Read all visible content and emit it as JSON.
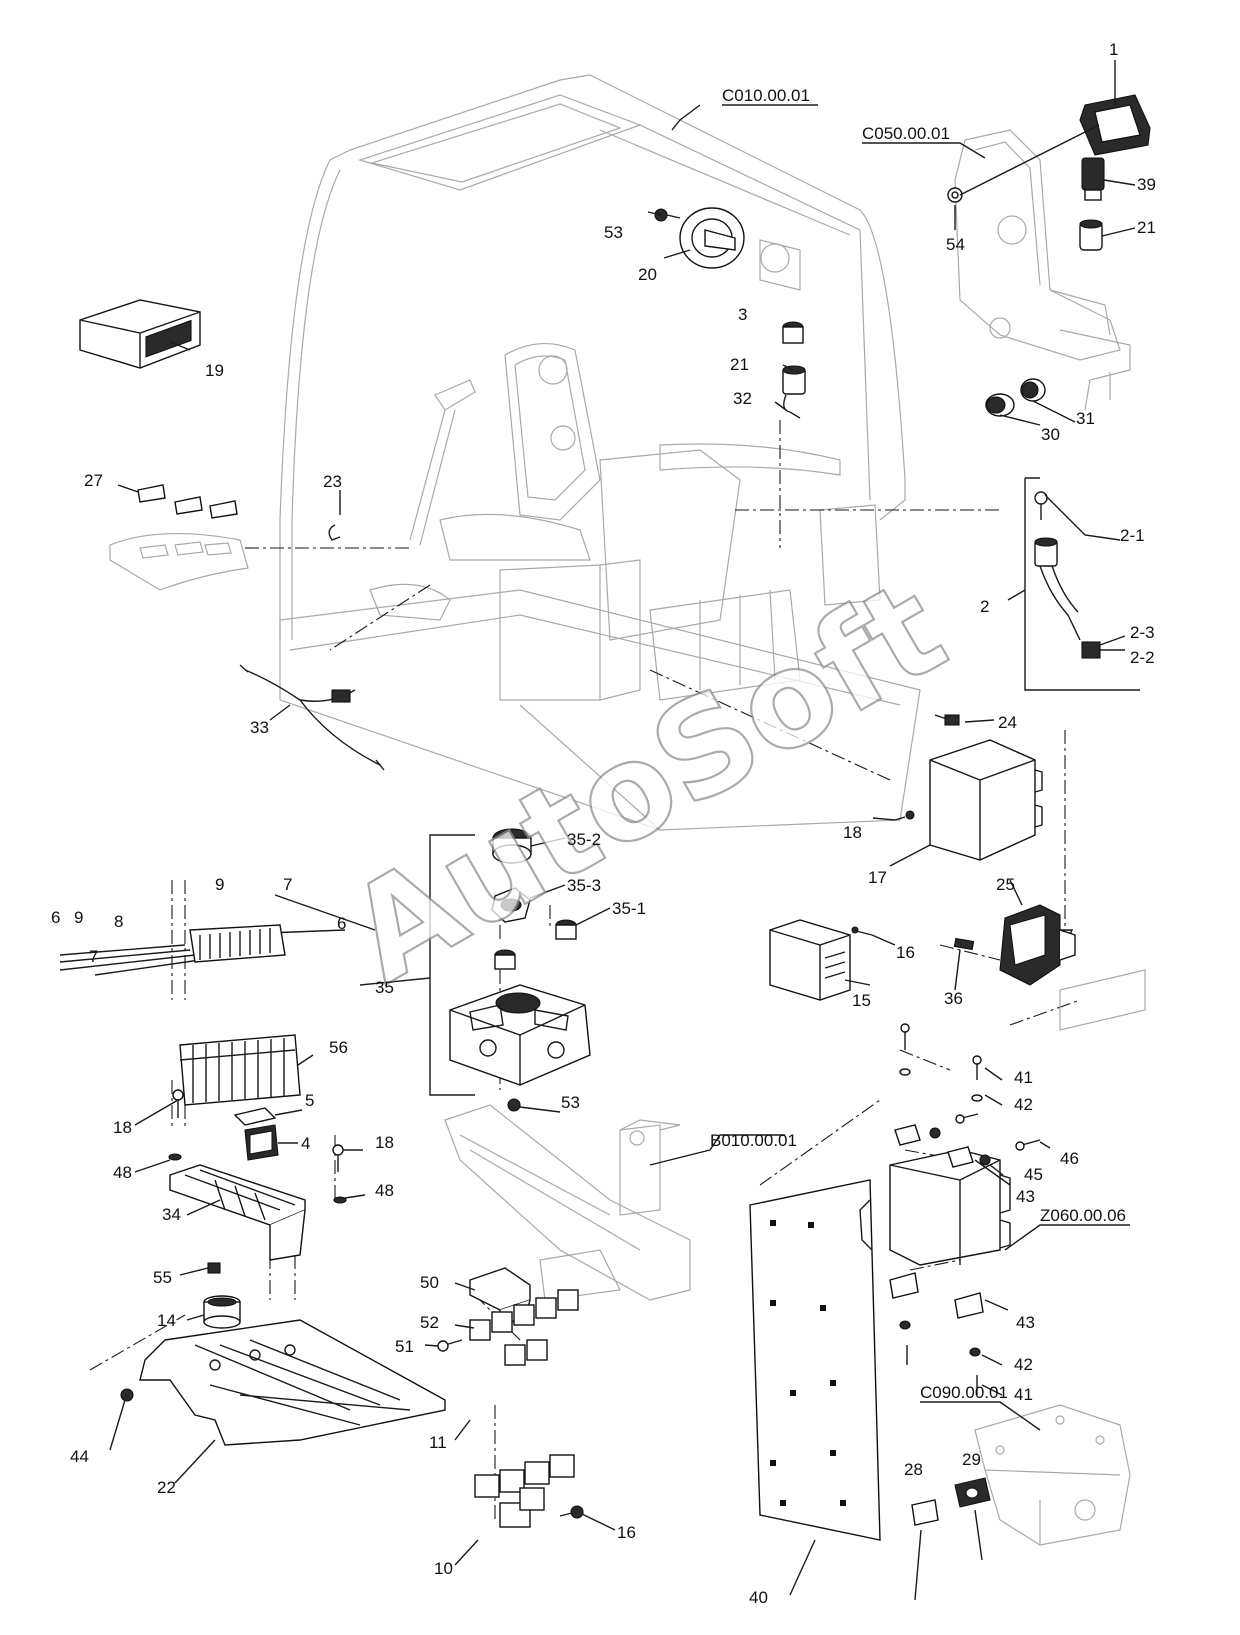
{
  "watermark": "AutoSoft",
  "references": {
    "cab": "C010.00.01",
    "console": "C050.00.01",
    "frame": "B010.00.01",
    "controller": "Z060.00.06",
    "box": "C090.00.01"
  },
  "callouts": {
    "c1": "1",
    "c2": "2",
    "c2_1": "2-1",
    "c2_2": "2-2",
    "c2_3": "2-3",
    "c3": "3",
    "c4": "4",
    "c5": "5",
    "c6a": "6",
    "c6b": "6",
    "c7a": "7",
    "c7b": "7",
    "c8": "8",
    "c9a": "9",
    "c9b": "9",
    "c10": "10",
    "c11": "11",
    "c14": "14",
    "c15": "15",
    "c16a": "16",
    "c16b": "16",
    "c17": "17",
    "c18a": "18",
    "c18b": "18",
    "c18c": "18",
    "c19": "19",
    "c20": "20",
    "c21a": "21",
    "c21b": "21",
    "c22": "22",
    "c23": "23",
    "c24": "24",
    "c25": "25",
    "c27": "27",
    "c28": "28",
    "c29": "29",
    "c30": "30",
    "c31": "31",
    "c32": "32",
    "c33": "33",
    "c34": "34",
    "c35": "35",
    "c35_1": "35-1",
    "c35_2": "35-2",
    "c35_3": "35-3",
    "c36": "36",
    "c39": "39",
    "c40": "40",
    "c41a": "41",
    "c41b": "41",
    "c42a": "42",
    "c42b": "42",
    "c43a": "43",
    "c43b": "43",
    "c44": "44",
    "c45": "45",
    "c46": "46",
    "c48a": "48",
    "c48b": "48",
    "c50": "50",
    "c51": "51",
    "c52": "52",
    "c53a": "53",
    "c53b": "53",
    "c54": "54",
    "c55": "55",
    "c56": "56"
  }
}
